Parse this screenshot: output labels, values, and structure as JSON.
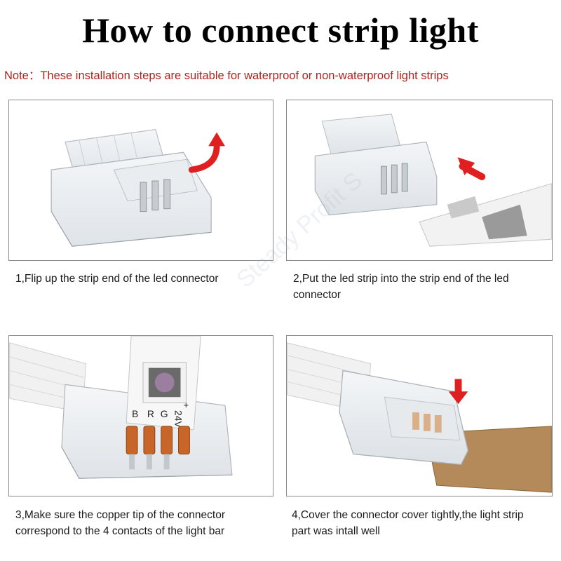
{
  "title": "How to connect strip light",
  "note": "Note：These installation steps are suitable for waterproof or non-waterproof light strips",
  "watermark": "Steady Profit S",
  "steps": [
    {
      "caption_line1": "1,Flip up the strip end of the led connector",
      "caption_line2": ""
    },
    {
      "caption_line1": "2,Put the led strip into the strip end of the led",
      "caption_line2": "connector"
    },
    {
      "caption_line1": "3,Make sure the copper tip of the connector",
      "caption_line2": "correspond to the 4 contacts of the light bar"
    },
    {
      "caption_line1": "4,Cover the connector cover tightly,the light strip",
      "caption_line2": "part was intall well"
    }
  ],
  "strip_labels": {
    "r": "R",
    "g": "G",
    "b": "B",
    "v": "24V",
    "plus": "+"
  },
  "colors": {
    "note": "#b0241c",
    "arrow": "#e02020",
    "copper": "#c8662a",
    "tape": "#b48a5a"
  },
  "icons": [
    "curved-arrow-icon",
    "pointer-arrow-icon",
    "down-arrow-icon"
  ]
}
